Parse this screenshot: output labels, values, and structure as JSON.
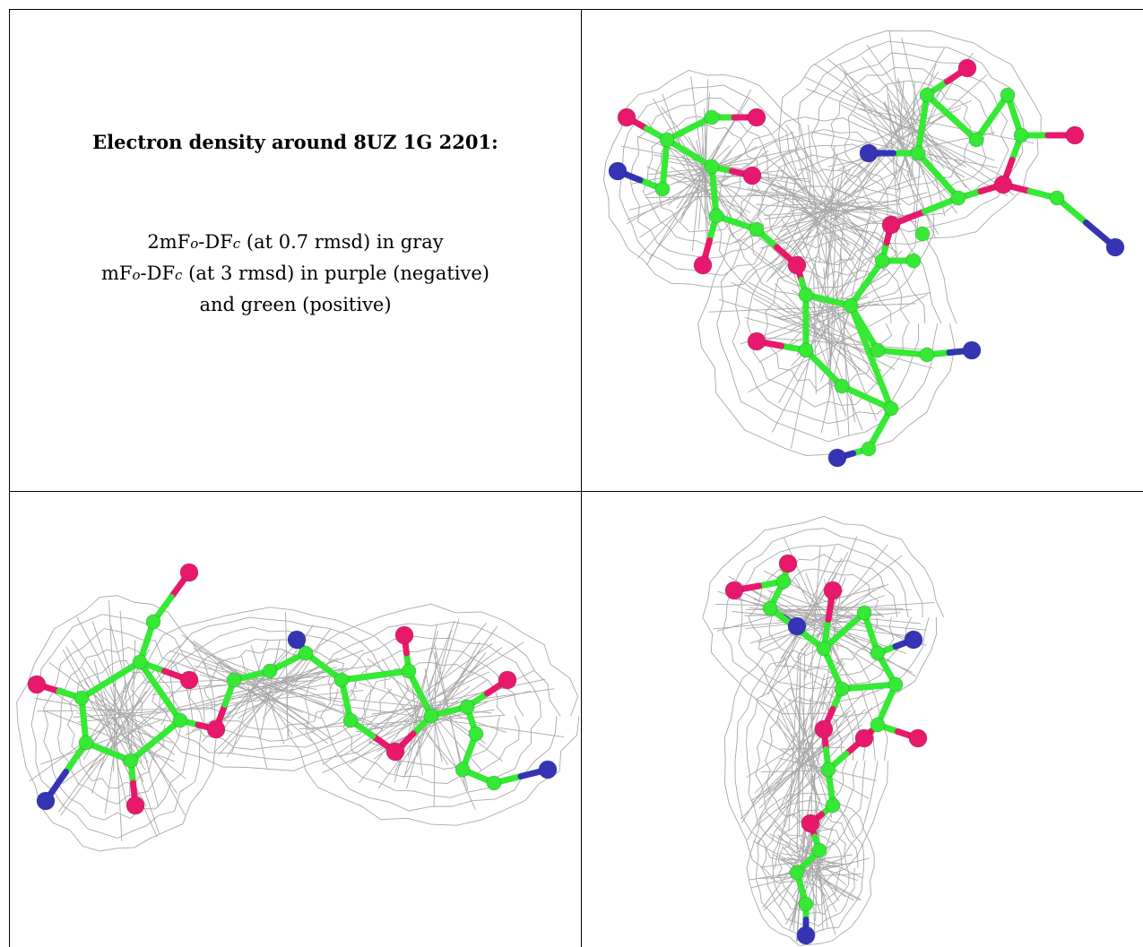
{
  "title": "Electron density around 8UZ 1G 2201:",
  "legend": {
    "line1": {
      "a": "2mF",
      "a_sub": "o",
      "b": "-DF",
      "b_sub": "c",
      "rest": " (at 0.7 rmsd) in gray"
    },
    "line2": {
      "a": "mF",
      "a_sub": "o",
      "b": "-DF",
      "b_sub": "c",
      "rest": " (at 3 rmsd) in purple (negative)"
    },
    "line3": "and green (positive)"
  },
  "colors": {
    "carbon": "#35e935",
    "oxygen": "#e8186d",
    "nitrogen": "#3434b4",
    "mesh": "#9a9a9a"
  },
  "views": [
    {
      "name": "view-top-right"
    },
    {
      "name": "view-bottom-left"
    },
    {
      "name": "view-bottom-right"
    }
  ]
}
